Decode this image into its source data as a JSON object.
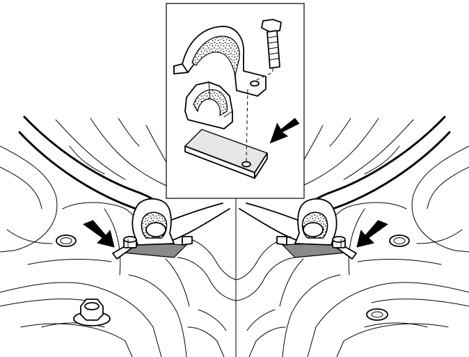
{
  "diagram": {
    "kind": "exploded assembly illustration",
    "text_labels": [],
    "callout_arrows": [
      "inset-plate-arrow",
      "left-bracket-arrow",
      "right-bracket-arrow"
    ],
    "colors": {
      "line": "#000000",
      "background": "#ffffff",
      "shading": "#8a8a8a",
      "light_fill": "#e6e6e6"
    }
  }
}
